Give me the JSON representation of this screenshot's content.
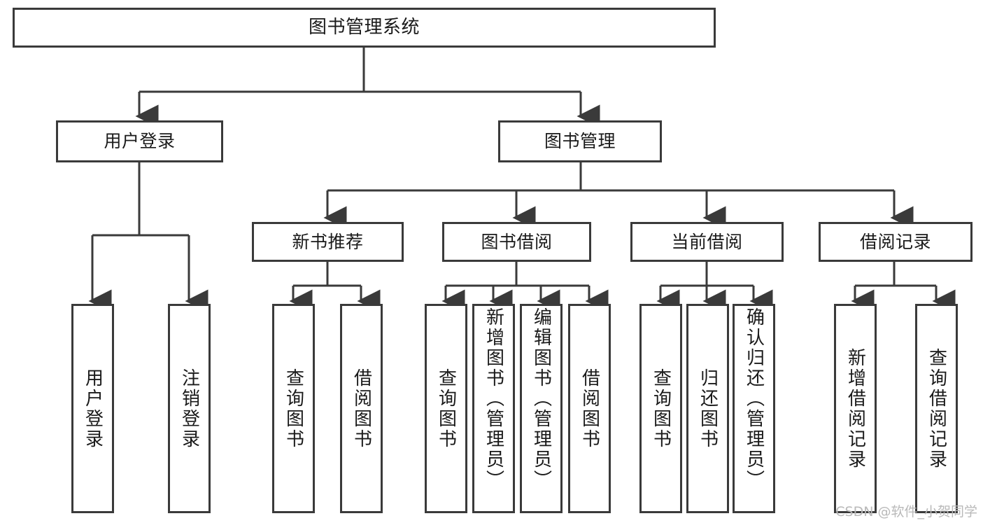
{
  "diagram": {
    "title": "图书管理系统",
    "type": "tree-hierarchy-chart",
    "root": {
      "id": "root",
      "label": "图书管理系统"
    },
    "level1": [
      {
        "id": "user-login",
        "label": "用户登录"
      },
      {
        "id": "book-manage",
        "label": "图书管理"
      }
    ],
    "level2": [
      {
        "id": "new-book-recommend",
        "label": "新书推荐",
        "parent": "book-manage"
      },
      {
        "id": "book-borrow",
        "label": "图书借阅",
        "parent": "book-manage"
      },
      {
        "id": "current-borrow",
        "label": "当前借阅",
        "parent": "book-manage"
      },
      {
        "id": "borrow-record",
        "label": "借阅记录",
        "parent": "book-manage"
      }
    ],
    "leaves": [
      {
        "id": "leaf-user-login",
        "label": "用户登录",
        "parent": "user-login"
      },
      {
        "id": "leaf-logout",
        "label": "注销登录",
        "parent": "user-login"
      },
      {
        "id": "leaf-query-book-1",
        "label": "查询图书",
        "parent": "new-book-recommend"
      },
      {
        "id": "leaf-borrow-book-1",
        "label": "借阅图书",
        "parent": "new-book-recommend"
      },
      {
        "id": "leaf-query-book-2",
        "label": "查询图书",
        "parent": "book-borrow"
      },
      {
        "id": "leaf-add-book",
        "label": "新增图书（管理员）",
        "parent": "book-borrow"
      },
      {
        "id": "leaf-edit-book",
        "label": "编辑图书（管理员）",
        "parent": "book-borrow"
      },
      {
        "id": "leaf-borrow-book-2",
        "label": "借阅图书",
        "parent": "book-borrow"
      },
      {
        "id": "leaf-query-book-3",
        "label": "查询图书",
        "parent": "current-borrow"
      },
      {
        "id": "leaf-return-book",
        "label": "归还图书",
        "parent": "current-borrow"
      },
      {
        "id": "leaf-confirm-return",
        "label": "确认归还（管理员）",
        "parent": "current-borrow"
      },
      {
        "id": "leaf-add-record",
        "label": "新增借阅记录",
        "parent": "borrow-record"
      },
      {
        "id": "leaf-query-record",
        "label": "查询借阅记录",
        "parent": "borrow-record"
      }
    ],
    "colors": {
      "border": "#3a3a3a",
      "background": "#ffffff",
      "text": "#1a1a1a",
      "watermark": "#b9b9b9"
    }
  },
  "watermark": {
    "text": "CSDN @软件_小贺同学"
  }
}
